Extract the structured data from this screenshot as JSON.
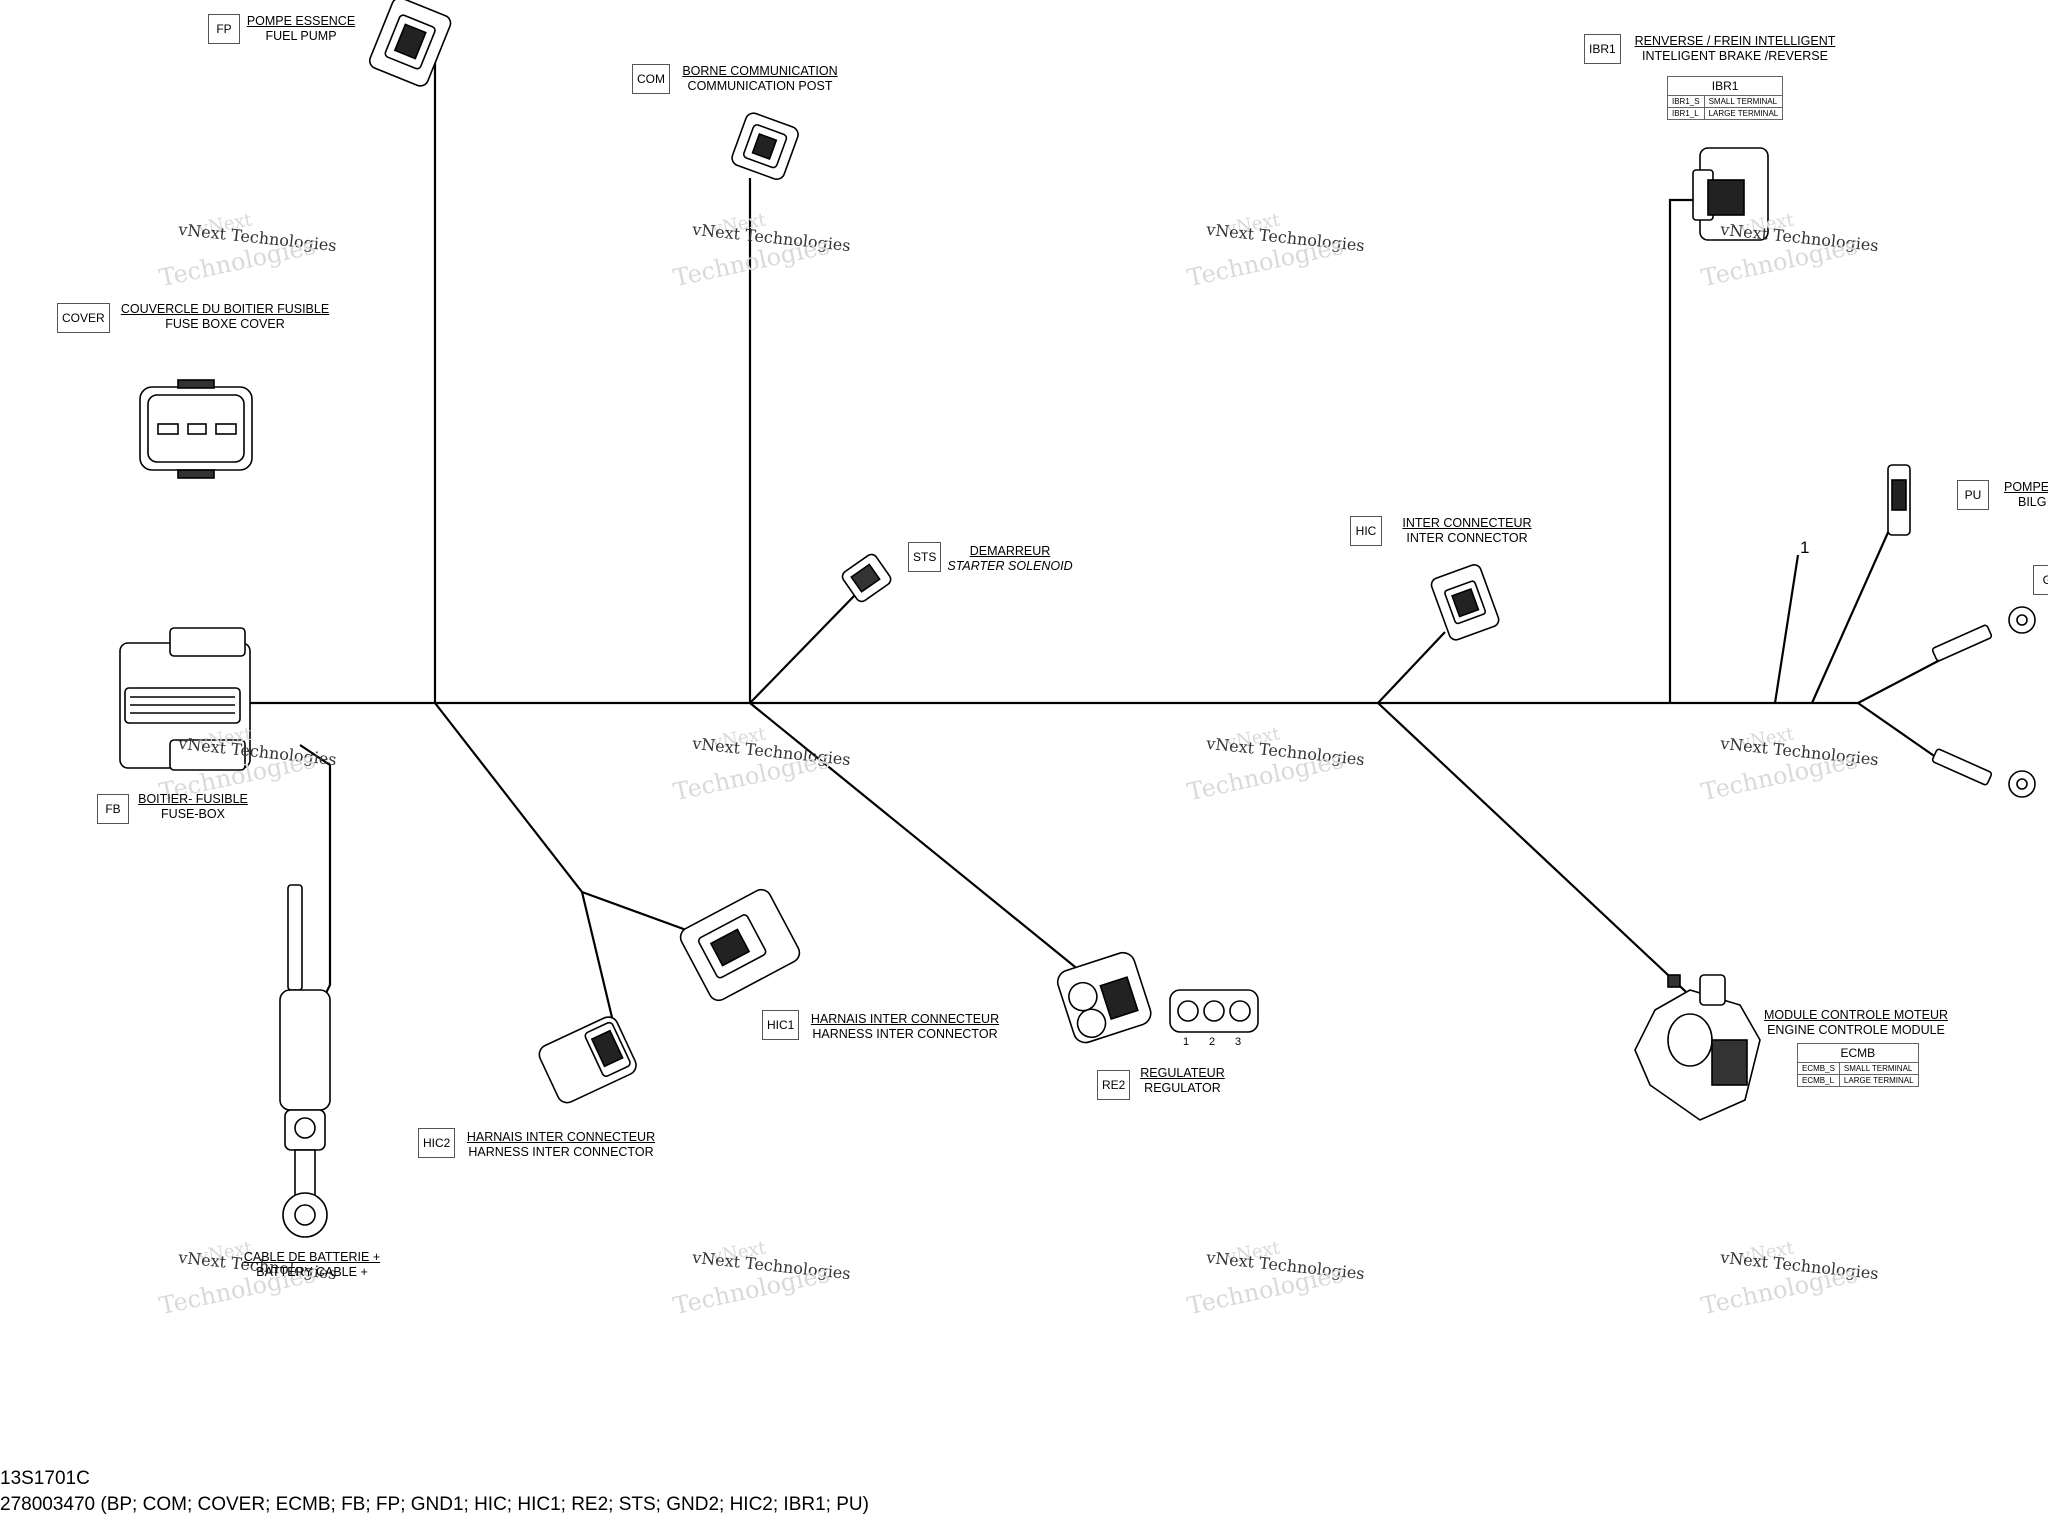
{
  "connectors": [
    {
      "code": "FP",
      "fr": "POMPE ESSENCE",
      "en": "FUEL PUMP"
    },
    {
      "code": "COM",
      "fr": "BORNE COMMUNICATION",
      "en": "COMMUNICATION POST"
    },
    {
      "code": "COVER",
      "fr": "COUVERCLE DU BOITIER FUSIBLE",
      "en": "FUSE BOXE COVER"
    },
    {
      "code": "FB",
      "fr": "BOITIER- FUSIBLE",
      "en": "FUSE-BOX"
    },
    {
      "code": "STS",
      "fr": "DEMARREUR",
      "en": "STARTER SOLENOID"
    },
    {
      "code": "HIC",
      "fr": "INTER CONNECTEUR",
      "en": "INTER CONNECTOR"
    },
    {
      "code": "IBR1",
      "fr": "RENVERSE / FREIN INTELLIGENT",
      "en": "INTELIGENT BRAKE /REVERSE"
    },
    {
      "code": "PU",
      "fr": "POMPE",
      "en": "BILG"
    },
    {
      "code": "HIC1",
      "fr": "HARNAIS INTER CONNECTEUR",
      "en": "HARNESS INTER CONNECTOR"
    },
    {
      "code": "HIC2",
      "fr": "HARNAIS INTER CONNECTEUR",
      "en": "HARNESS INTER CONNECTOR"
    },
    {
      "code": "RE2",
      "fr": "REGULATEUR",
      "en": "REGULATOR"
    },
    {
      "code": "ECMB",
      "fr": "MODULE CONTROLE MOTEUR",
      "en": "ENGINE CONTROLE MODULE"
    },
    {
      "code": "GI",
      "fr": "",
      "en": ""
    },
    {
      "code": "",
      "fr": "CABLE DE BATTERIE +",
      "en": "BATTERY CABLE +"
    }
  ],
  "ibr1_table": {
    "title": "IBR1",
    "rows": [
      [
        "IBR1_S",
        "SMALL TERMINAL"
      ],
      [
        "IBR1_L",
        "LARGE TERMINAL"
      ]
    ]
  },
  "ecmb_table": {
    "title": "ECMB",
    "rows": [
      [
        "ECMB_S",
        "SMALL TERMINAL"
      ],
      [
        "ECMB_L",
        "LARGE TERMINAL"
      ]
    ]
  },
  "regulator_pins": [
    "1",
    "2",
    "3"
  ],
  "callout": "1",
  "watermark": {
    "line1": "vNext",
    "line2": "vNext Technologies",
    "line3": "Technologies"
  },
  "footer": {
    "line1": "13S1701C",
    "line2": "278003470 (BP; COM; COVER; ECMB; FB; FP; GND1; HIC; HIC1; RE2; STS; GND2; HIC2; IBR1; PU)"
  }
}
